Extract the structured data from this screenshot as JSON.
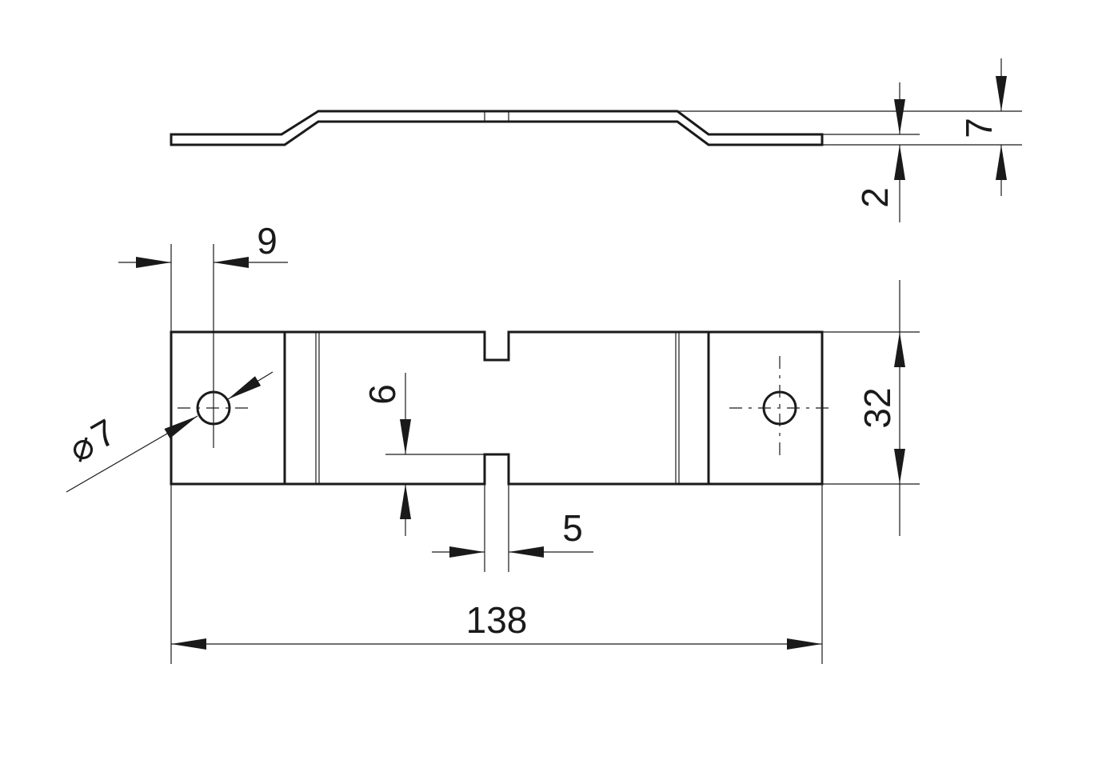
{
  "drawing": {
    "colors": {
      "line": "#1a1a1a",
      "background": "#ffffff"
    },
    "dimensions": {
      "overall_length": "138",
      "width": "32",
      "hole_offset": "9",
      "hole_diameter": "7",
      "hole_diameter_symbol": "⌀",
      "slot_depth": "6",
      "slot_width": "5",
      "thickness": "2",
      "offset_height": "7"
    }
  }
}
